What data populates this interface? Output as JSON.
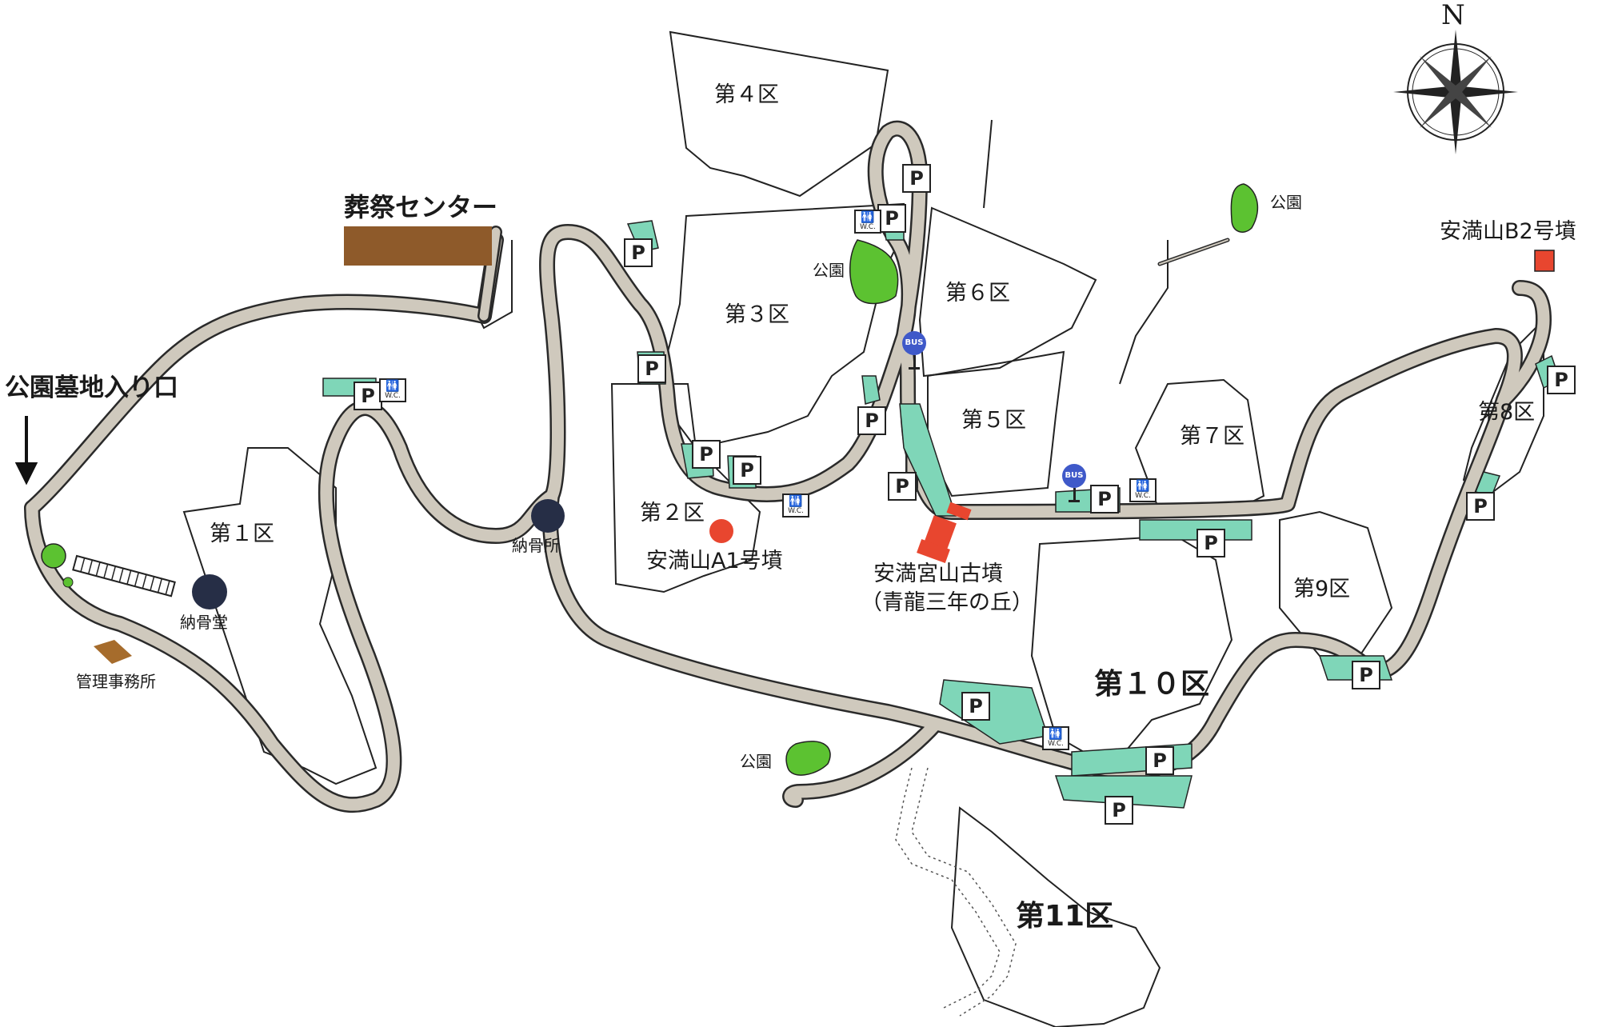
{
  "map": {
    "entrance_label": "公園墓地入り口",
    "funeral_center": "葬祭センター",
    "office": "管理事務所",
    "nokotsudo": "納骨堂",
    "nokotsusho": "納骨所",
    "tumulus_a1": "安満山A1号墳",
    "tumulus_b2": "安満山B2号墳",
    "tumulus_main": "安満宮山古墳",
    "tumulus_main_sub": "（青龍三年の丘）",
    "park": "公園",
    "compass_n": "N",
    "parking": "P",
    "wc": "W.C.",
    "bus": "BUS",
    "sections": {
      "s1": "第１区",
      "s2": "第２区",
      "s3": "第３区",
      "s4": "第４区",
      "s5": "第５区",
      "s6": "第６区",
      "s7": "第７区",
      "s8": "第8区",
      "s9": "第9区",
      "s10": "第１０区",
      "s11": "第11区"
    }
  },
  "colors": {
    "road": "#cfc9bd",
    "road_edge": "#2a2a2a",
    "parking_area": "#7fd6b8",
    "park": "#5cc231",
    "funeral_center": "#8e5a2a",
    "tumulus": "#e8462f",
    "nokotsu": "#262e46"
  }
}
